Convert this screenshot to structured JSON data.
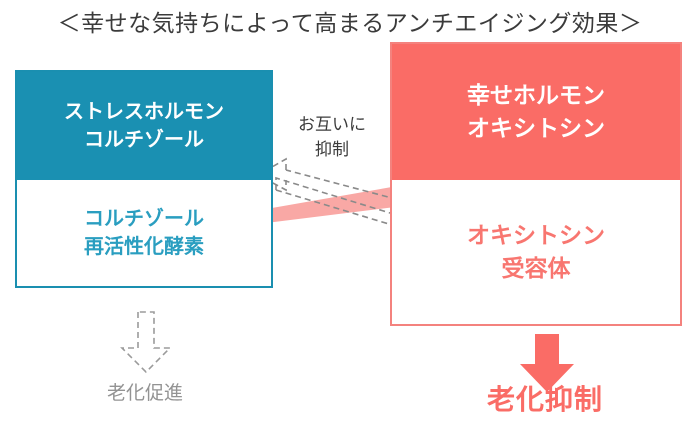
{
  "title": "＜幸せな気持ちによって高まるアンチエイジング効果＞",
  "colors": {
    "teal": "#1a90b2",
    "teal_text": "#2a9ec0",
    "red": "#fa6c66",
    "red_text": "#f87670",
    "pink_arrow": "#f9a8a5",
    "gray_dashed": "#8a8a8a",
    "gray_text": "#939393",
    "title_text": "#3b3b3b",
    "white": "#ffffff"
  },
  "left_panel": {
    "header_line1": "ストレスホルモン",
    "header_line2": "コルチゾール",
    "body_line1": "コルチゾール",
    "body_line2": "再活性化酵素"
  },
  "right_panel": {
    "header_line1": "幸せホルモン",
    "header_line2": "オキシトシン",
    "body_line1": "オキシトシン",
    "body_line2": "受容体"
  },
  "middle": {
    "line1": "お互いに",
    "line2": "抑制"
  },
  "outcomes": {
    "left": "老化促進",
    "right": "老化抑制"
  },
  "arrows": {
    "thick_pink": "oxytocin-suppresses-cortisol-enzyme",
    "dashed_cross_down": "cortisol-suppresses-oxytocin-receptor",
    "dashed_cross_up": "oxytocin-receptor-suppresses-cortisol",
    "dashed_down_left": "leads-to-aging-promotion",
    "solid_down_right": "leads-to-aging-suppression"
  }
}
